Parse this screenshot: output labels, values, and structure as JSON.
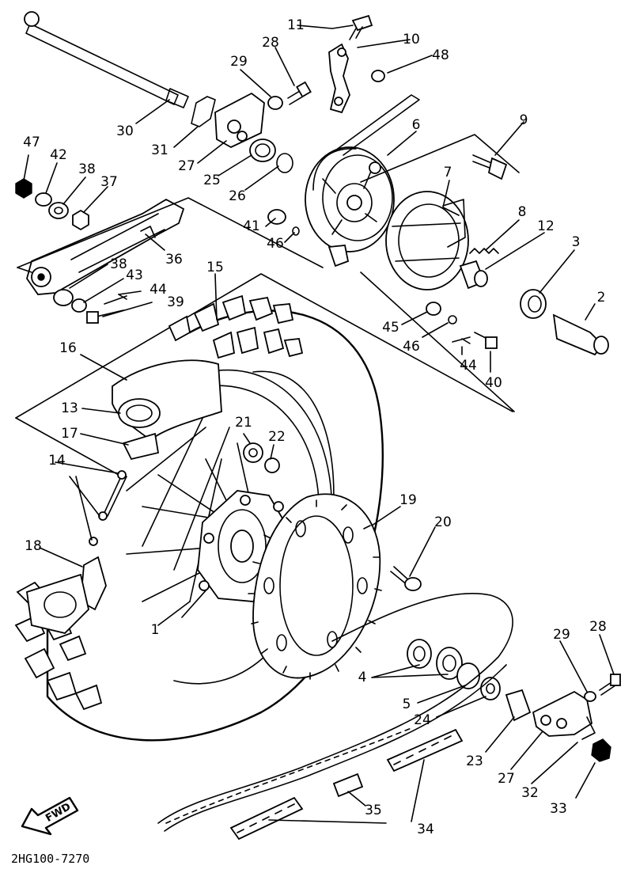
{
  "drawing_code": "2HG100-7270",
  "fwd_label": "FWD",
  "callouts": [
    "1",
    "2",
    "3",
    "4",
    "5",
    "6",
    "7",
    "8",
    "9",
    "10",
    "11",
    "12",
    "13",
    "14",
    "15",
    "16",
    "17",
    "18",
    "19",
    "20",
    "21",
    "22",
    "23",
    "24",
    "25",
    "26",
    "27",
    "28",
    "29",
    "30",
    "31",
    "32",
    "33",
    "34",
    "35",
    "36",
    "37",
    "38",
    "39",
    "40",
    "41",
    "42",
    "43",
    "44",
    "45",
    "46",
    "47",
    "48"
  ],
  "callout_numbers": {
    "n1": "1",
    "n2": "2",
    "n3": "3",
    "n4": "4",
    "n5": "5",
    "n6": "6",
    "n7": "7",
    "n8": "8",
    "n9": "9",
    "n10": "10",
    "n11": "11",
    "n12": "12",
    "n13": "13",
    "n14": "14",
    "n15": "15",
    "n16": "16",
    "n17": "17",
    "n18": "18",
    "n19": "19",
    "n20": "20",
    "n21": "21",
    "n22": "22",
    "n23": "23",
    "n24": "24",
    "n25": "25",
    "n26": "26",
    "n27": "27",
    "n28": "28",
    "n29": "29",
    "n30": "30",
    "n31": "31",
    "n32": "32",
    "n33": "33",
    "n34": "34",
    "n35": "35",
    "n36": "36",
    "n37": "37",
    "n38": "38",
    "n39": "39",
    "n40": "40",
    "n41": "41",
    "n42": "42",
    "n43": "43",
    "n44": "44",
    "n45": "45",
    "n46": "46",
    "n47": "47",
    "n48": "48"
  }
}
